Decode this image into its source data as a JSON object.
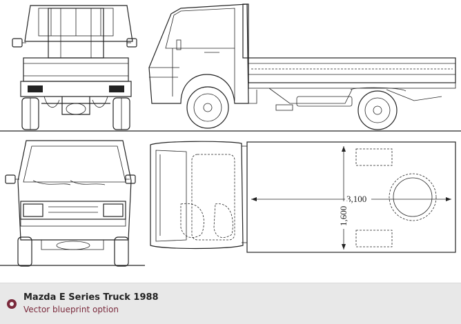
{
  "caption": {
    "title": "Mazda E Series Truck 1988",
    "subtitle": "Vector blueprint option"
  },
  "dimensions": {
    "length_label": "3,100",
    "width_label": "1,600"
  }
}
